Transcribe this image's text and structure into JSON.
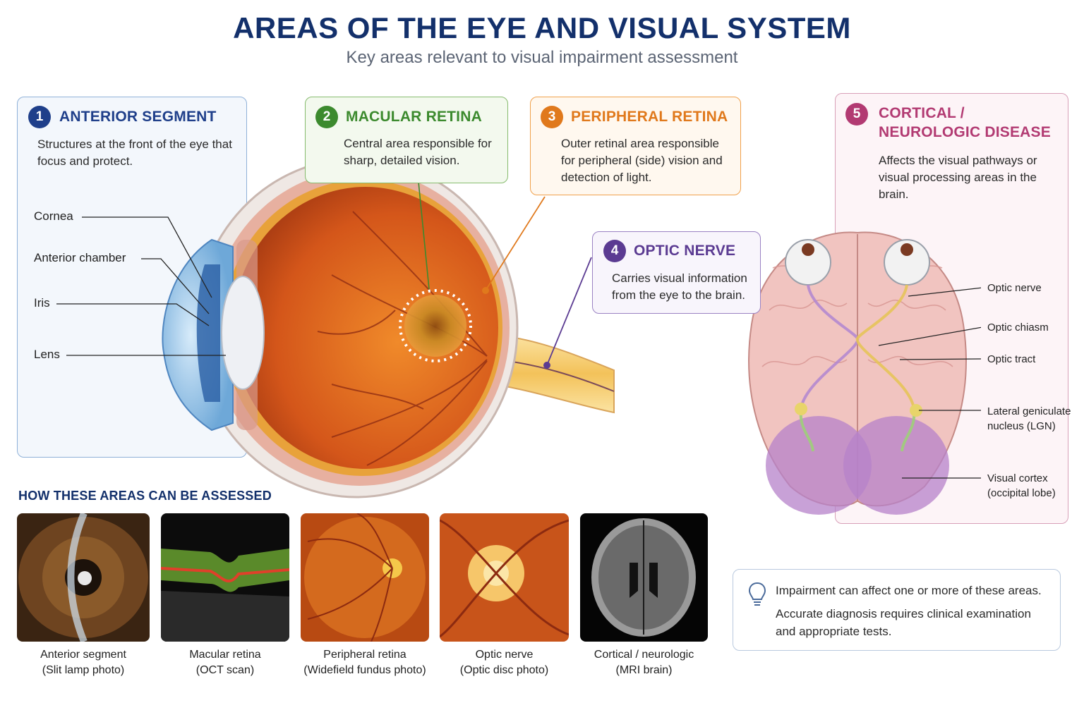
{
  "header": {
    "title": "AREAS OF THE EYE AND VISUAL SYSTEM",
    "subtitle": "Key areas relevant to visual impairment assessment"
  },
  "areas": [
    {
      "number": "1",
      "title": "ANTERIOR SEGMENT",
      "description": "Structures at the front of the eye that focus and protect.",
      "color": "#1f3f8a"
    },
    {
      "number": "2",
      "title": "MACULAR RETINA",
      "description": "Central area responsible for sharp, detailed vision.",
      "color": "#3c8a2e"
    },
    {
      "number": "3",
      "title": "PERIPHERAL RETINA",
      "description": "Outer retinal area responsible for peripheral (side) vision and detection of light.",
      "color": "#e0791c"
    },
    {
      "number": "4",
      "title": "OPTIC NERVE",
      "description": "Carries visual information from the eye to the brain.",
      "color": "#5b3b92"
    },
    {
      "number": "5",
      "title_line1": "CORTICAL /",
      "title_line2": "NEUROLOGIC DISEASE",
      "description": "Affects the visual pathways or visual processing areas in the brain.",
      "color": "#b23a72"
    }
  ],
  "anterior_structures": [
    "Cornea",
    "Anterior chamber",
    "Iris",
    "Lens"
  ],
  "brain_labels": {
    "optic_nerve": "Optic nerve",
    "optic_chiasm": "Optic chiasm",
    "optic_tract": "Optic tract",
    "lgn_line1": "Lateral geniculate",
    "lgn_line2": "nucleus (LGN)",
    "cortex_line1": "Visual cortex",
    "cortex_line2": "(occipital lobe)"
  },
  "assessment": {
    "heading": "HOW THESE AREAS CAN BE ASSESSED",
    "items": [
      {
        "line1": "Anterior segment",
        "line2": "(Slit lamp photo)"
      },
      {
        "line1": "Macular retina",
        "line2": "(OCT scan)"
      },
      {
        "line1": "Peripheral retina",
        "line2": "(Widefield fundus photo)"
      },
      {
        "line1": "Optic nerve",
        "line2": "(Optic disc photo)"
      },
      {
        "line1": "Cortical / neurologic",
        "line2": "(MRI brain)"
      }
    ]
  },
  "note": {
    "icon": "lightbulb-icon",
    "line1": "Impairment can affect one or more of these areas.",
    "line2": "Accurate diagnosis requires clinical examination and appropriate tests."
  }
}
